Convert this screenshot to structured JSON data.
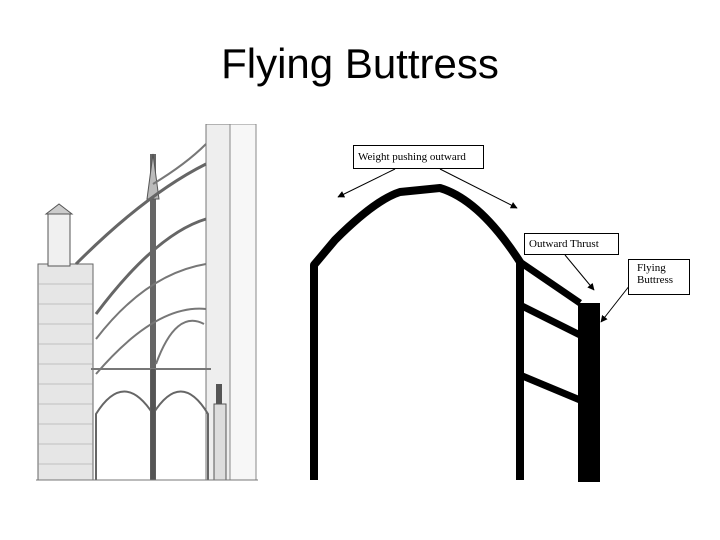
{
  "slide": {
    "title": "Flying Buttress"
  },
  "labels": {
    "weight": "Weight pushing outward",
    "thrust": "Outward Thrust",
    "flying_line1": "Flying",
    "flying_line2": "Buttress"
  },
  "colors": {
    "background": "#ffffff",
    "ink": "#000000",
    "engraving_shade": "#8a8a8a"
  }
}
